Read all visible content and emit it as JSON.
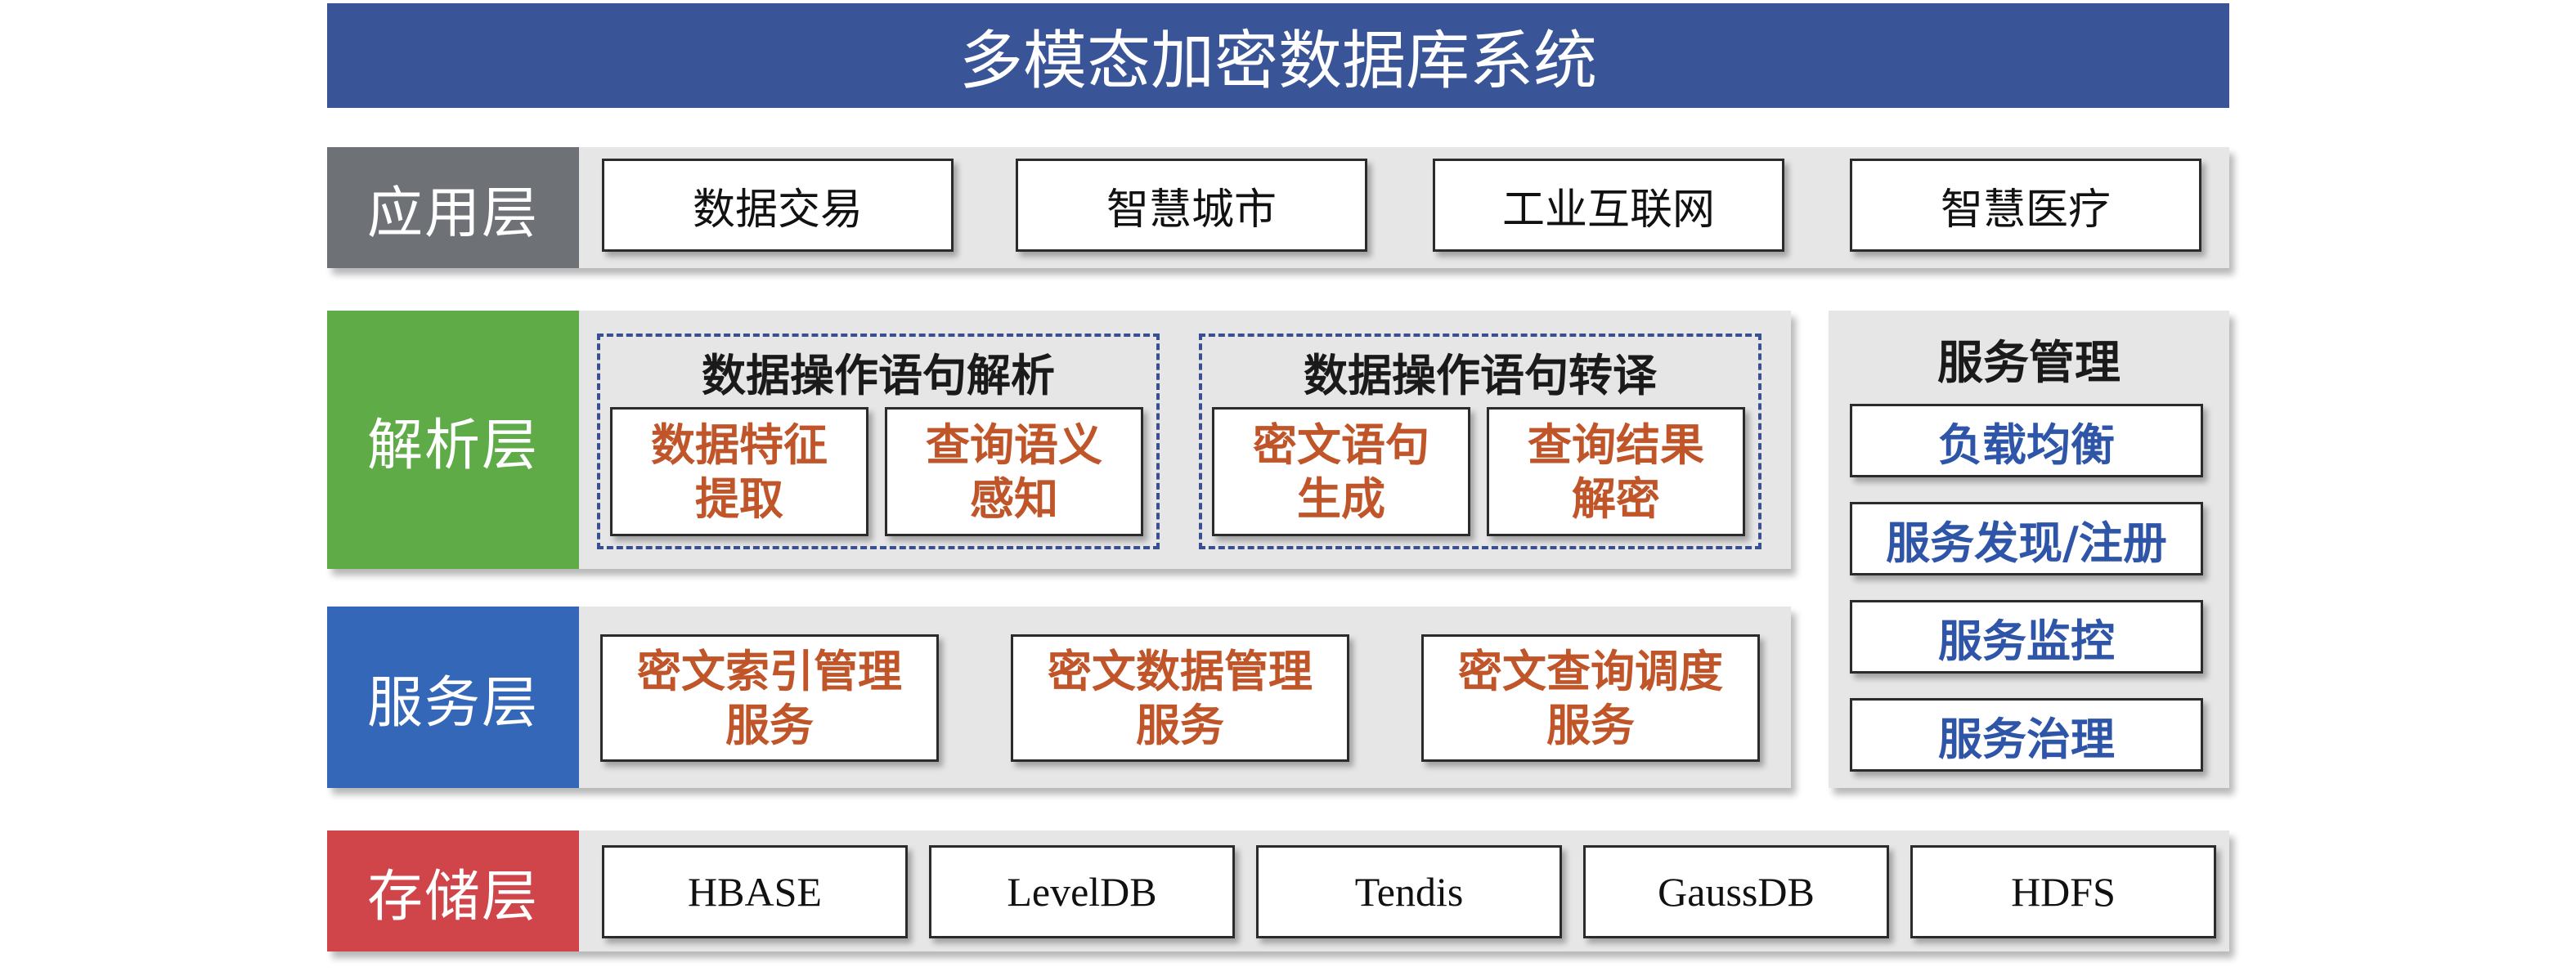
{
  "title": "多模态加密数据库系统",
  "layers": {
    "application": {
      "label": "应用层",
      "color": "#6e7277",
      "items": [
        "数据交易",
        "智慧城市",
        "工业互联网",
        "智慧医疗"
      ]
    },
    "parsing": {
      "label": "解析层",
      "color": "#5fab48",
      "groups": [
        {
          "title": "数据操作语句解析",
          "items": [
            [
              "数据特征",
              "提取"
            ],
            [
              "查询语义",
              "感知"
            ]
          ]
        },
        {
          "title": "数据操作语句转译",
          "items": [
            [
              "密文语句",
              "生成"
            ],
            [
              "查询结果",
              "解密"
            ]
          ]
        }
      ]
    },
    "service": {
      "label": "服务层",
      "color": "#3567b8",
      "items": [
        [
          "密文索引管理",
          "服务"
        ],
        [
          "密文数据管理",
          "服务"
        ],
        [
          "密文查询调度",
          "服务"
        ]
      ]
    },
    "storage": {
      "label": "存储层",
      "color": "#d0454a",
      "items": [
        "HBASE",
        "LevelDB",
        "Tendis",
        "GaussDB",
        "HDFS"
      ]
    }
  },
  "service_management": {
    "title": "服务管理",
    "items": [
      "负载均衡",
      "服务发现/注册",
      "服务监控",
      "服务治理"
    ]
  },
  "colors": {
    "title_bar": "#3a5597",
    "strip_bg": "#e7e6e6",
    "orange_text": "#c0552a",
    "blue_text": "#2e55a8",
    "dashed_border": "#3a4f8f"
  }
}
